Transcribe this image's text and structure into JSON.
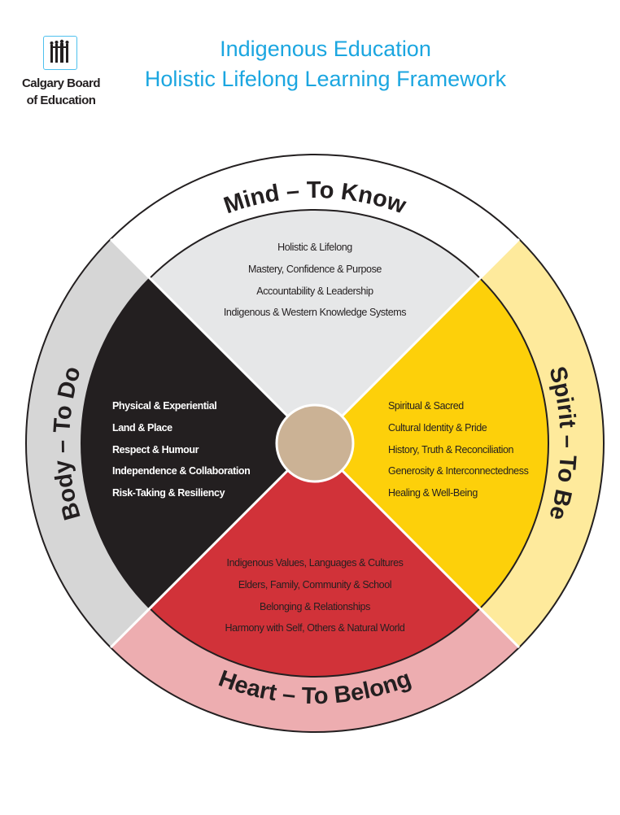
{
  "header": {
    "title_line1": "Indigenous Education",
    "title_line2": "Holistic Lifelong Learning Framework",
    "logo_line1": "Calgary Board",
    "logo_line2": "of Education"
  },
  "colors": {
    "title": "#1ba6e0",
    "body": "#231f20",
    "spirit": "#fdd00a",
    "heart": "#d13239",
    "mind": "#e6e7e8",
    "center": "#cbb295",
    "ring_mind": "#ffffff",
    "ring_body": "#d6d6d6",
    "ring_spirit": "#feea9c",
    "ring_heart": "#edadb0"
  },
  "wheel": {
    "mind": {
      "label": "Mind – To Know",
      "items": [
        "Holistic & Lifelong",
        "Mastery, Confidence & Purpose",
        "Accountability & Leadership",
        "Indigenous & Western Knowledge Systems"
      ]
    },
    "body": {
      "label": "Body – To Do",
      "items": [
        "Physical & Experiential",
        "Land & Place",
        "Respect & Humour",
        "Independence & Collaboration",
        "Risk-Taking & Resiliency"
      ]
    },
    "spirit": {
      "label": "Spirit – To Be",
      "items": [
        "Spiritual & Sacred",
        "Cultural Identity & Pride",
        "History, Truth & Reconciliation",
        "Generosity & Interconnectedness",
        "Healing & Well-Being"
      ]
    },
    "heart": {
      "label": "Heart – To Belong",
      "items": [
        "Indigenous Values, Languages & Cultures",
        "Elders, Family, Community & School",
        "Belonging & Relationships",
        "Harmony with Self, Others & Natural World"
      ]
    }
  }
}
